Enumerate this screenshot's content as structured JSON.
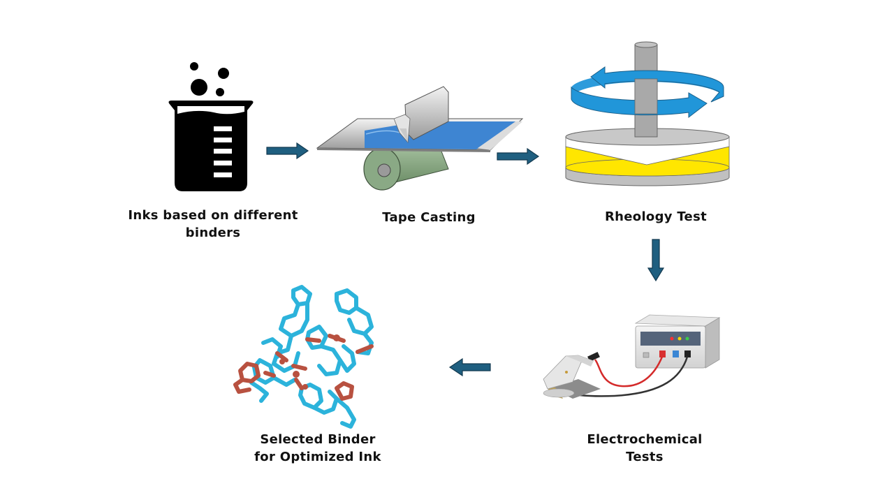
{
  "diagram": {
    "type": "process-flow",
    "steps": [
      {
        "id": "inks",
        "label_line1": "Inks based on different",
        "label_line2": "binders",
        "icon": "beaker-icon"
      },
      {
        "id": "tape",
        "label_line1": "Tape Casting",
        "icon": "tape-casting-icon"
      },
      {
        "id": "rheology",
        "label_line1": "Rheology Test",
        "icon": "rheometer-icon"
      },
      {
        "id": "electro",
        "label_line1": "Electrochemical",
        "label_line2": "Tests",
        "icon": "potentiostat-icon"
      },
      {
        "id": "binder",
        "label_line1": "Selected Binder",
        "label_line2": "for Optimized Ink",
        "icon": "molecule-icon"
      }
    ],
    "arrows": [
      {
        "from": "inks",
        "to": "tape",
        "direction": "right"
      },
      {
        "from": "tape",
        "to": "rheology",
        "direction": "right"
      },
      {
        "from": "rheology",
        "to": "electro",
        "direction": "down"
      },
      {
        "from": "electro",
        "to": "binder",
        "direction": "left"
      }
    ],
    "colors": {
      "arrow_fill": "#1f5f80",
      "arrow_stroke": "#13394f",
      "beaker": "#000000",
      "tape_blue": "#3a86d4",
      "roller_green": "#8fae8a",
      "rotation_blue": "#2196d9",
      "rheology_yellow": "#ffe600",
      "plate_gray": "#c4c4c4",
      "molecule_cyan": "#2cb3db",
      "molecule_red": "#b85140"
    }
  }
}
